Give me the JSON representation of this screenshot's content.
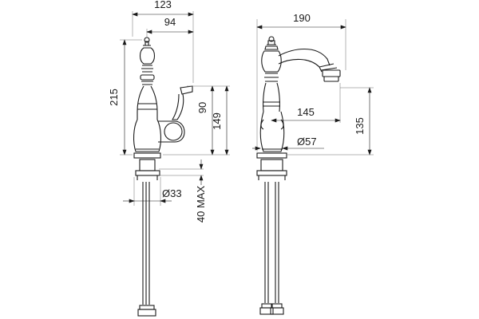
{
  "side_view": {
    "dim_width_total": "123",
    "dim_width_spout": "94",
    "dim_height_total": "215",
    "dim_lever_height": "90",
    "dim_body_height": "149",
    "dim_base_diameter": "Ø33",
    "dim_max_thickness": "40 MAX"
  },
  "front_view": {
    "dim_spout_reach": "190",
    "dim_reach_lower": "145",
    "dim_spout_height": "135",
    "dim_body_diameter": "Ø57"
  }
}
